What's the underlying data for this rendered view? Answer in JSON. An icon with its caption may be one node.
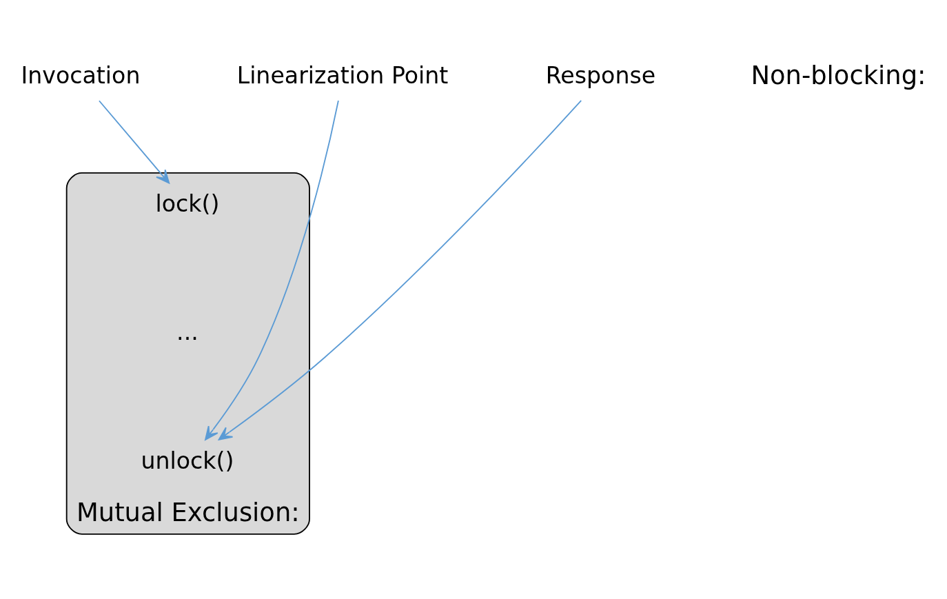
{
  "diagram": {
    "nodes": [
      {
        "text": [
          "Invocation"
        ]
      },
      {
        "text": [
          "Linearization Point"
        ]
      },
      {
        "text": [
          "Response"
        ]
      },
      {
        "text": [
          "Mutual Exclusion:"
        ]
      },
      {
        "text": [
          "lock()"
        ],
        "in": 3
      },
      {
        "text": [
          "..."
        ],
        "in": 3
      },
      {
        "text": [
          "unlock()"
        ],
        "in": 3
      }
    ],
    "edges": [
      {
        "from": 0,
        "to": 4,
        "arrow": "to"
      },
      {
        "from": 1,
        "to": 6,
        "arrow": "to"
      },
      {
        "from": 2,
        "to": 6,
        "arrow": "to"
      }
    ],
    "labels": [
      "Non-blocking:"
    ]
  }
}
